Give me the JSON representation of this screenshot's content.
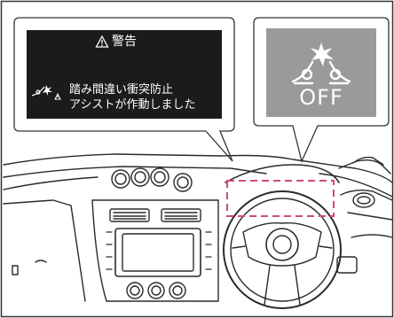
{
  "warning_message": {
    "title": "警告",
    "line1": "踏み間違い衝突防止",
    "line2": "アシストが作動しました"
  },
  "indicator": {
    "label": "OFF"
  },
  "icons": [
    "warning-triangle-icon",
    "collision-assist-icon",
    "collision-assist-off-icon"
  ],
  "colors": {
    "message_background": "#1a1a1a",
    "indicator_background": "#9a9a9a",
    "highlight_dash": "#d4477a"
  }
}
